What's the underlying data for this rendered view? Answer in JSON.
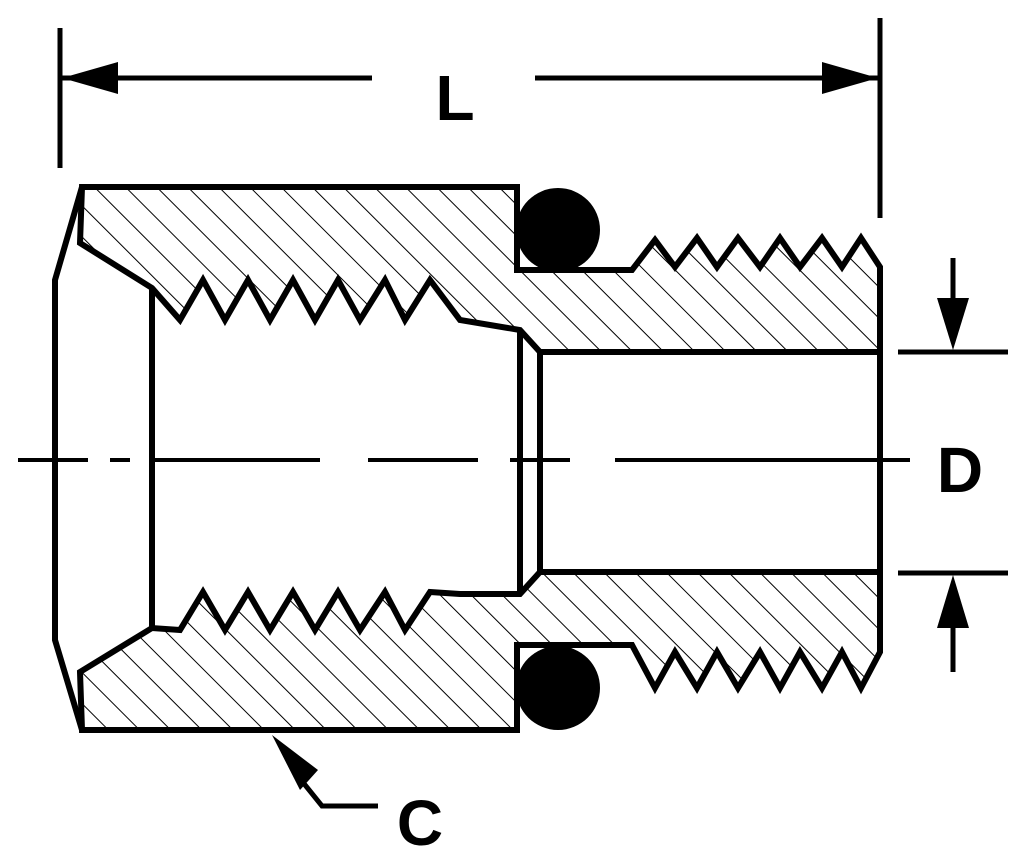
{
  "diagram": {
    "labels": {
      "length": "L",
      "diameter": "D",
      "chamfer": "C"
    },
    "parts": [
      "body-section",
      "internal-thread",
      "external-thread",
      "o-ring",
      "bore",
      "centerline"
    ],
    "colors": {
      "ink": "#000000",
      "paper": "#ffffff"
    }
  }
}
